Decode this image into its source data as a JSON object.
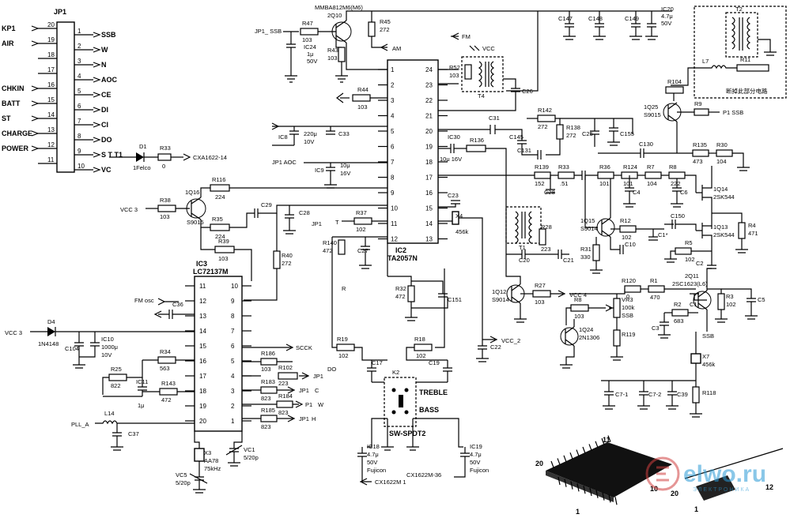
{
  "ics": {
    "jp1": {
      "ref": "JP1",
      "left_pins": [
        {
          "signal": "KP1",
          "num": "20"
        },
        {
          "signal": "AIR",
          "num": "19"
        },
        {
          "signal": "",
          "num": "18"
        },
        {
          "signal": "",
          "num": "17"
        },
        {
          "signal": "CHKIN",
          "num": "16"
        },
        {
          "signal": "BATT",
          "num": "15"
        },
        {
          "signal": "ST",
          "num": "14"
        },
        {
          "signal": "CHARGE",
          "num": "13"
        },
        {
          "signal": "POWER",
          "num": "12"
        },
        {
          "signal": "",
          "num": "11"
        }
      ],
      "right_pins": [
        {
          "num": "1",
          "signal": "SSB"
        },
        {
          "num": "2",
          "signal": "W"
        },
        {
          "num": "3",
          "signal": "N"
        },
        {
          "num": "4",
          "signal": "AOC"
        },
        {
          "num": "5",
          "signal": "CE"
        },
        {
          "num": "6",
          "signal": "DI"
        },
        {
          "num": "7",
          "signal": "CI"
        },
        {
          "num": "8",
          "signal": "DO"
        },
        {
          "num": "9",
          "signal": "S T T1"
        },
        {
          "num": "10",
          "signal": "VC"
        }
      ]
    },
    "ic2": {
      "ref": "IC2",
      "part": "TA2057N",
      "left_pins": [
        "1",
        "2",
        "3",
        "4",
        "5",
        "6",
        "7",
        "8",
        "9",
        "10",
        "11",
        "12"
      ],
      "right_pins": [
        "24",
        "23",
        "22",
        "21",
        "20",
        "19",
        "18",
        "17",
        "16",
        "15",
        "14",
        "13"
      ]
    },
    "ic3": {
      "ref": "IC3",
      "part": "LC72137M",
      "left_pins": [
        "11",
        "12",
        "13",
        "14",
        "15",
        "16",
        "17",
        "18",
        "19",
        "20"
      ],
      "right_pins": [
        "10",
        "9",
        "8",
        "7",
        "6",
        "5",
        "4",
        "3",
        "2",
        "1"
      ]
    }
  },
  "components": {
    "q_top": {
      "ref": "2Q10",
      "part": "MMBA812M6(M6)"
    },
    "r47": {
      "ref": "R47",
      "value": "103"
    },
    "r43": {
      "ref": "R43",
      "value": "103"
    },
    "ic24": {
      "ref": "IC24",
      "value": "1μ",
      "voltage": "50V"
    },
    "r45": {
      "ref": "R45",
      "value": "272"
    },
    "c147": {
      "ref": "C147"
    },
    "c148": {
      "ref": "C148"
    },
    "c149": {
      "ref": "C149"
    },
    "ic20": {
      "ref": "IC20",
      "value": "4.7μ",
      "voltage": "50V"
    },
    "r52": {
      "ref": "R52",
      "value": "103"
    },
    "t4": {
      "ref": "T4"
    },
    "c26": {
      "ref": "C26"
    },
    "r44": {
      "ref": "R44",
      "value": "103"
    },
    "ic8": {
      "ref": "IC8",
      "value": "220μ",
      "voltage": "10V"
    },
    "c33": {
      "ref": "C33"
    },
    "ic9": {
      "ref": "IC9",
      "value": "10μ",
      "voltage": "16V"
    },
    "c31": {
      "ref": "C31"
    },
    "ic30": {
      "ref": "IC30",
      "value": "10μ 16V"
    },
    "r136": {
      "ref": "R136"
    },
    "c145": {
      "ref": "C145"
    },
    "r142": {
      "ref": "R142",
      "value": "272"
    },
    "r138": {
      "ref": "R138",
      "value": "272"
    },
    "c131": {
      "ref": "C131"
    },
    "c25": {
      "ref": "C25"
    },
    "c155": {
      "ref": "C155"
    },
    "t2": {
      "ref": "T2"
    },
    "l7": {
      "ref": "L7"
    },
    "r11": {
      "ref": "R11"
    },
    "r104": {
      "ref": "R104"
    },
    "q25": {
      "ref": "1Q25",
      "part": "S9015"
    },
    "r9": {
      "ref": "R9"
    },
    "c130": {
      "ref": "C130"
    },
    "r135": {
      "ref": "R135",
      "value": "473"
    },
    "r30": {
      "ref": "R30",
      "value": "104"
    },
    "r139": {
      "ref": "R139",
      "value": "152"
    },
    "r33": {
      "ref": "R33",
      "value": ".51"
    },
    "c28a": {
      "ref": "C28"
    },
    "r36": {
      "ref": "R36",
      "value": "101"
    },
    "r124": {
      "ref": "R124",
      "value": "101"
    },
    "c4": {
      "ref": "C4"
    },
    "r7": {
      "ref": "R7",
      "value": "104"
    },
    "r8": {
      "ref": "R8",
      "value": "222"
    },
    "c6": {
      "ref": "C6"
    },
    "q14": {
      "ref": "1Q14",
      "part": "2SK544"
    },
    "q13": {
      "ref": "1Q13",
      "part": "2SK544"
    },
    "r4": {
      "ref": "R4",
      "value": "471"
    },
    "c150": {
      "ref": "C150"
    },
    "q15": {
      "ref": "1Q15",
      "part": "S9014"
    },
    "r12": {
      "ref": "R12",
      "value": "102"
    },
    "c1x": {
      "ref": "C1*"
    },
    "r5": {
      "ref": "R5",
      "value": "102"
    },
    "c2": {
      "ref": "C2"
    },
    "q11": {
      "ref": "2Q11",
      "part": "2SC1623(L6)"
    },
    "t1": {
      "ref": "T1"
    },
    "r28": {
      "ref": "R28",
      "value": "223"
    },
    "c20": {
      "ref": "C20"
    },
    "c21": {
      "ref": "C21"
    },
    "r31": {
      "ref": "R31",
      "value": "330"
    },
    "c10": {
      "ref": "C10"
    },
    "c23": {
      "ref": "C23"
    },
    "x4": {
      "ref": "X4",
      "value": "456k"
    },
    "r37": {
      "ref": "R37",
      "value": "102"
    },
    "r140": {
      "ref": "R140",
      "value": "472"
    },
    "c27": {
      "ref": "C27"
    },
    "r38": {
      "ref": "R38",
      "value": "103"
    },
    "q16": {
      "ref": "1Q16",
      "part": "S9015"
    },
    "r116": {
      "ref": "R116",
      "value": "224"
    },
    "r35": {
      "ref": "R35",
      "value": "224"
    },
    "c29": {
      "ref": "C29"
    },
    "c28b": {
      "ref": "C28"
    },
    "r39": {
      "ref": "R39",
      "value": "103"
    },
    "r40": {
      "ref": "R40",
      "value": "272"
    },
    "r32": {
      "ref": "R32",
      "value": "472"
    },
    "c151": {
      "ref": "C151"
    },
    "q12": {
      "ref": "1Q12",
      "part": "S9014"
    },
    "r27": {
      "ref": "R27",
      "value": "103"
    },
    "r120": {
      "ref": "R120",
      "value": "0"
    },
    "r1": {
      "ref": "R1",
      "value": "470"
    },
    "r8b": {
      "ref": "R8",
      "value": "103"
    },
    "vr3": {
      "ref": "VR3",
      "value": "100k",
      "extra": "SSB"
    },
    "q24": {
      "ref": "1Q24",
      "part": "2N1306"
    },
    "r119": {
      "ref": "R119"
    },
    "c3": {
      "ref": "C3"
    },
    "r2": {
      "ref": "R2",
      "value": "683"
    },
    "c1": {
      "ref": "C1"
    },
    "r3": {
      "ref": "R3",
      "value": "102"
    },
    "c5": {
      "ref": "C5"
    },
    "x7": {
      "ref": "X7",
      "value": "456k"
    },
    "r118": {
      "ref": "R118"
    },
    "c71": {
      "ref": "C7-1"
    },
    "c72": {
      "ref": "C7-2"
    },
    "c39": {
      "ref": "C39"
    },
    "c22": {
      "ref": "C22"
    },
    "c36": {
      "ref": "C36"
    },
    "d4": {
      "ref": "D4",
      "part": "1N4148"
    },
    "c104": {
      "ref": "C104"
    },
    "ic10": {
      "ref": "IC10",
      "value": "1000μ",
      "voltage": "10V"
    },
    "r34": {
      "ref": "R34",
      "value": "563"
    },
    "r25": {
      "ref": "R25",
      "value": "822"
    },
    "ic11": {
      "ref": "IC11",
      "value": "1μ"
    },
    "r143": {
      "ref": "R143",
      "value": "472"
    },
    "l14": {
      "ref": "L14"
    },
    "c37": {
      "ref": "C37"
    },
    "x3": {
      "ref": "X3",
      "value": "AA78",
      "freq": "75kHz"
    },
    "vc1": {
      "ref": "VC1",
      "value": "5/20p"
    },
    "vc5": {
      "ref": "VC5",
      "value": "5/20p"
    },
    "r186": {
      "ref": "R186",
      "value": "103"
    },
    "r102": {
      "ref": "R102",
      "value": "223"
    },
    "r183": {
      "ref": "R183",
      "value": "823"
    },
    "r184": {
      "ref": "R184",
      "value": "823"
    },
    "r185": {
      "ref": "R185",
      "value": "823"
    },
    "r19": {
      "ref": "R19",
      "value": "102"
    },
    "r18": {
      "ref": "R18",
      "value": "102"
    },
    "c17": {
      "ref": "C17"
    },
    "c19": {
      "ref": "C19"
    },
    "k2": {
      "ref": "K2",
      "part": "SW-SPDT2",
      "pos1": "TREBLE",
      "pos2": "BASS"
    },
    "ic18": {
      "ref": "IC18",
      "value": "4.7μ",
      "voltage": "50V",
      "brand": "Fujicon"
    },
    "ic19": {
      "ref": "IC19",
      "value": "4.7μ",
      "voltage": "50V",
      "brand": "Fujicon"
    },
    "d1": {
      "ref": "D1",
      "part": "1Felco"
    },
    "r33b": {
      "ref": "R33",
      "value": "0"
    }
  },
  "signals": {
    "p1_ssb_top": "JP1_ SSB",
    "am": "AM",
    "fm": "FM",
    "vcc_top": "VCC",
    "jp1_aoc": "JP1  AOC",
    "cxa_top": "CXA1622-14",
    "vcc3_left": "VCC 3",
    "jp1_mid": "JP1",
    "t_mid": "T",
    "p1_ssb_right": "P1  SSB",
    "fm_osc": "FM osc",
    "vcc3_left2": "VCC 3",
    "pll_a": "PLL_A",
    "sclk": "SCCK",
    "jp1_do": "DO",
    "jp1_c": "C",
    "p1_w": "W",
    "p1_h": "H",
    "jp1_2": "JP1",
    "jp1_3": "JP1",
    "p1_4": "P1",
    "jp1_5": "JP1",
    "cx_bottom_l": "CX1622M 1",
    "cx_bottom_r": "CX1622M-36",
    "vcc4": "VCC 4",
    "vcc2": "VCC_2",
    "ssb_bottom": "SSB",
    "r_label": "R",
    "switch_box_caption": "断掉此部分电路"
  },
  "chip_illustration": {
    "pin_a": "20",
    "pin_b": "11",
    "pin_c": "10",
    "pin_d": "1",
    "pin_e": "20",
    "pin_f": "1",
    "pin_g": "12"
  },
  "watermark": {
    "brand": "elwo.ru",
    "sub": "ЭЛЕКТРОНИКА"
  }
}
